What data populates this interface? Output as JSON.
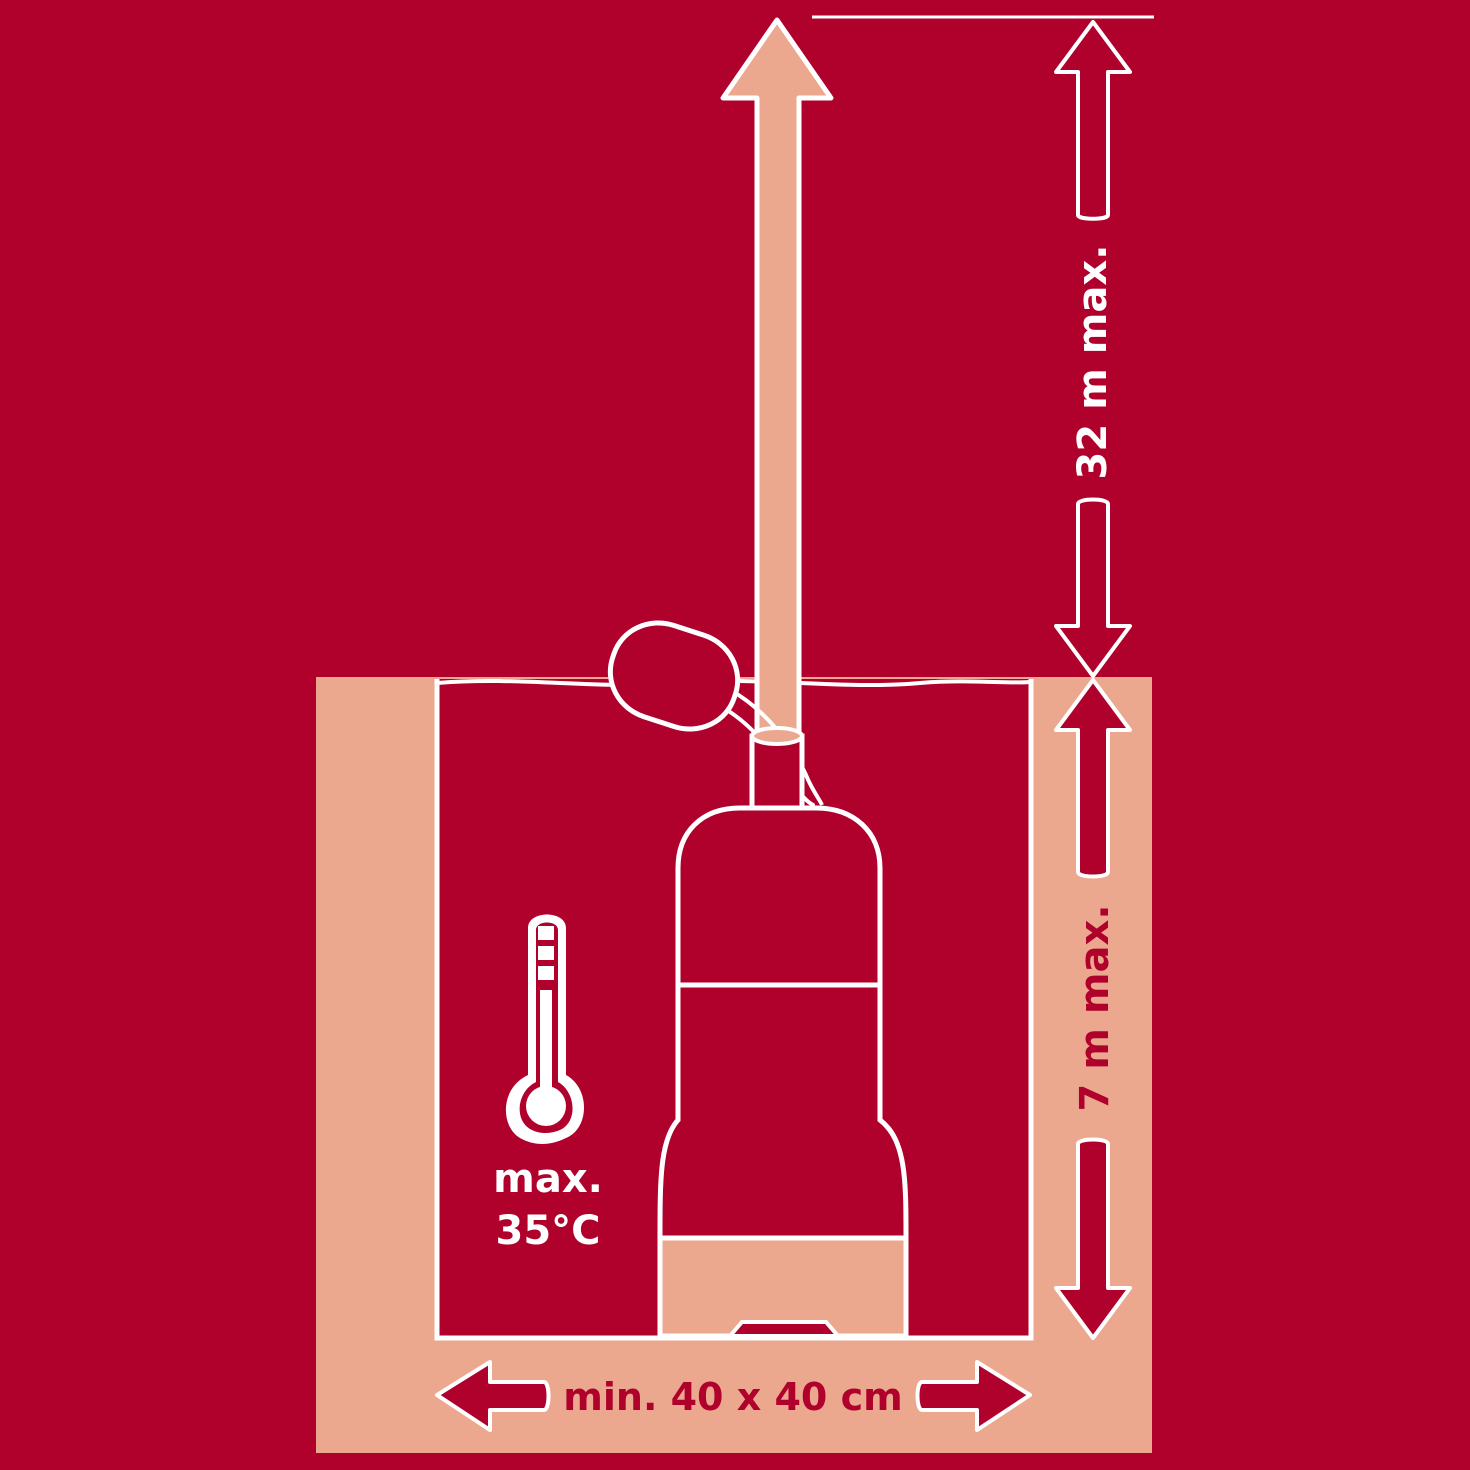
{
  "colors": {
    "background": "#b0002c",
    "peach": "#eba88f",
    "white": "#ffffff"
  },
  "labels": {
    "max_height": "32 m max.",
    "max_depth": "7 m max.",
    "min_size": "min. 40 x 40 cm",
    "temp_line1": "max.",
    "temp_line2": "35°C"
  },
  "icons": {
    "thermometer": "thermometer-icon",
    "pump": "pump-icon",
    "float_switch": "float-switch-icon"
  }
}
